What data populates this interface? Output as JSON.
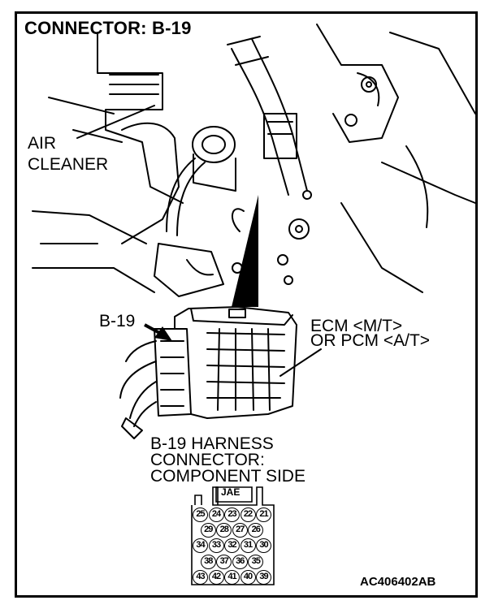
{
  "title": "CONNECTOR: B-19",
  "labels": {
    "air_cleaner": [
      "AIR",
      "CLEANER"
    ],
    "connector_callout": "B-19",
    "ecm": [
      "ECM <M/T>",
      "OR PCM <A/T>"
    ],
    "harness": [
      "B-19 HARNESS",
      "CONNECTOR:",
      "COMPONENT SIDE"
    ]
  },
  "connector_face": {
    "maker": "JAE",
    "rows": [
      [
        "25",
        "24",
        "23",
        "22",
        "21"
      ],
      [
        "29",
        "28",
        "27",
        "26"
      ],
      [
        "34",
        "33",
        "32",
        "31",
        "30"
      ],
      [
        "38",
        "37",
        "36",
        "35"
      ],
      [
        "43",
        "42",
        "41",
        "40",
        "39"
      ]
    ]
  },
  "figure_code": "AC406402AB"
}
